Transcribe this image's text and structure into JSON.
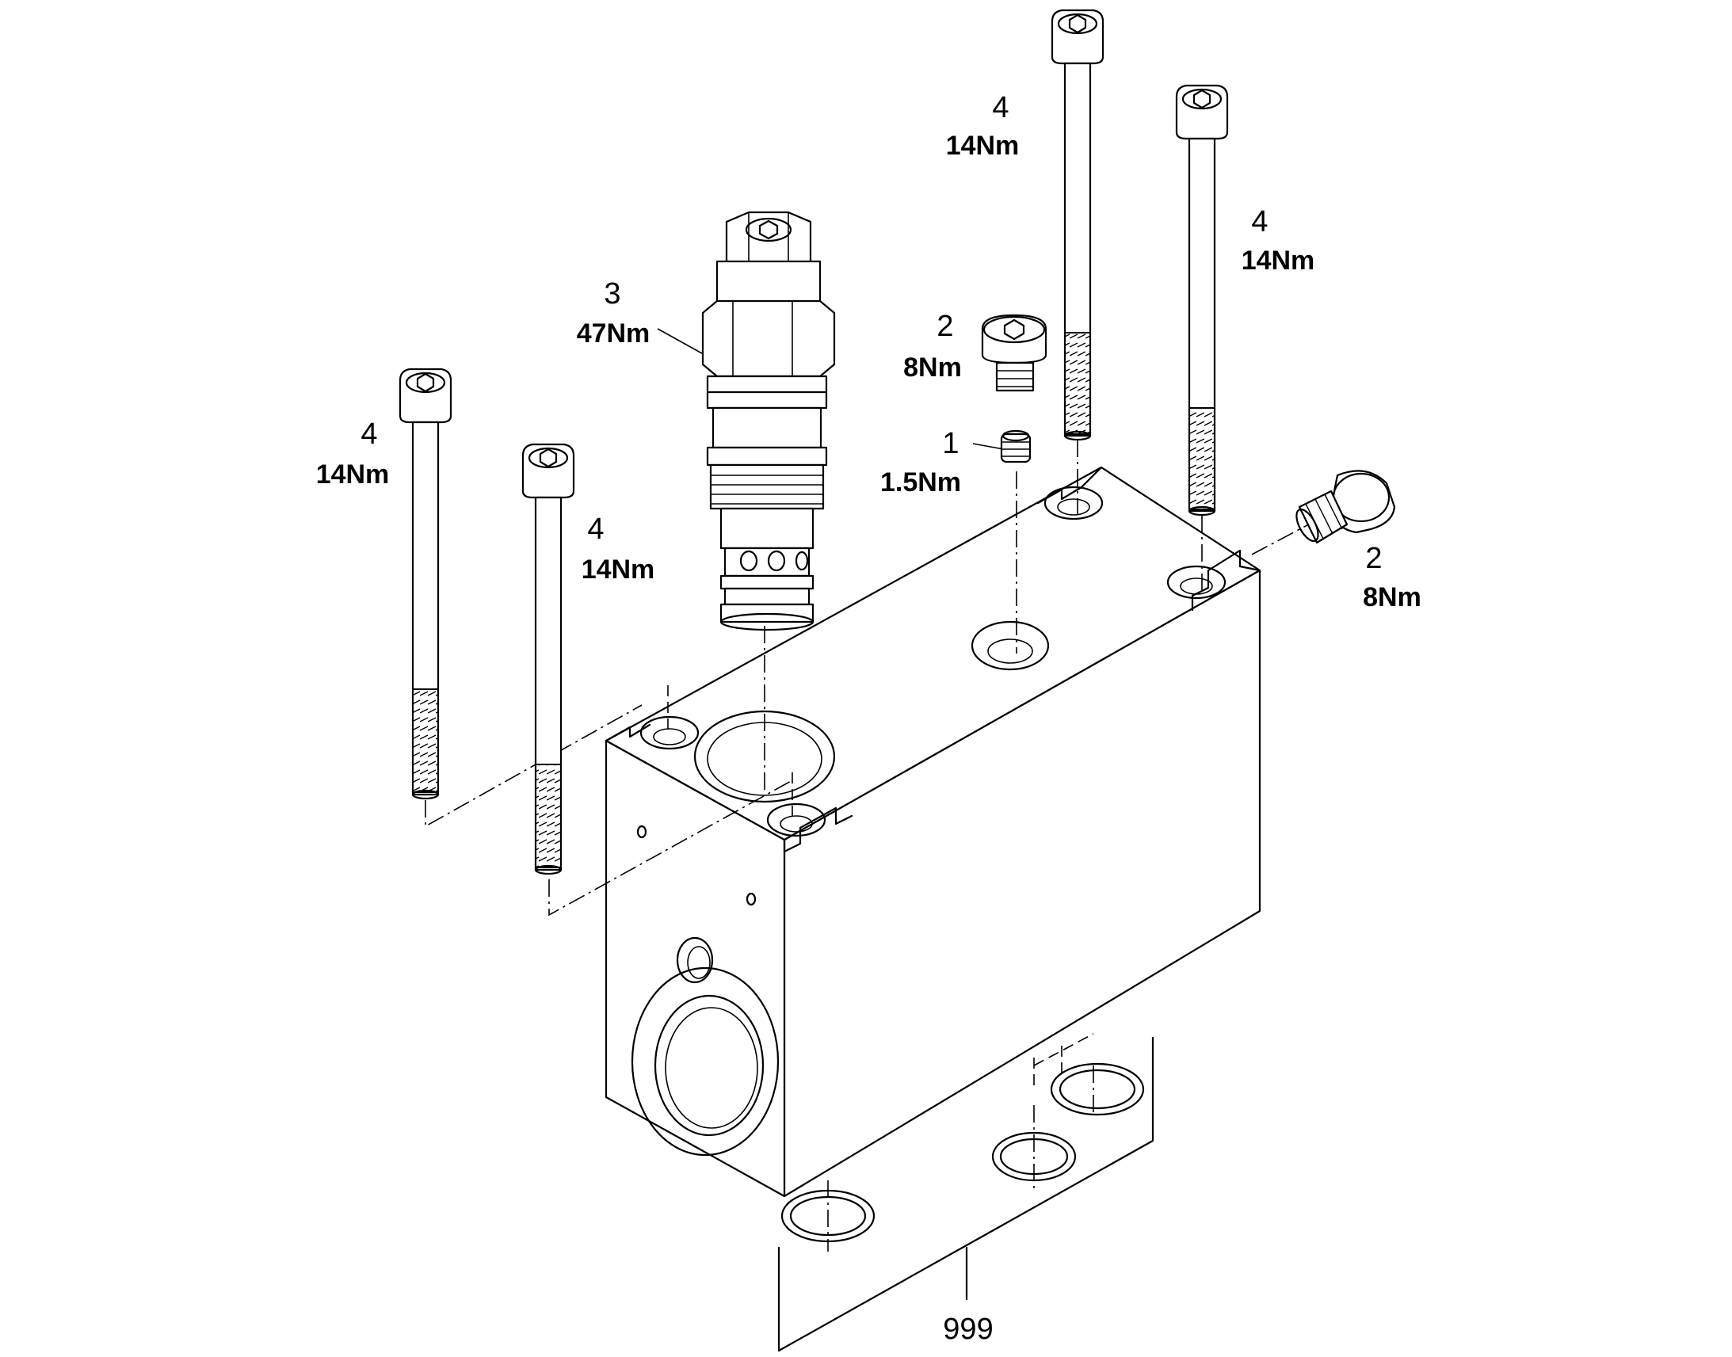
{
  "callouts": [
    {
      "id": "bolt-left-1",
      "item": "4",
      "torque": "14Nm"
    },
    {
      "id": "bolt-left-2",
      "item": "4",
      "torque": "14Nm"
    },
    {
      "id": "cartridge-valve",
      "item": "3",
      "torque": "47Nm"
    },
    {
      "id": "plug-top",
      "item": "2",
      "torque": "8Nm"
    },
    {
      "id": "set-screw",
      "item": "1",
      "torque": "1.5Nm"
    },
    {
      "id": "bolt-right-1",
      "item": "4",
      "torque": "14Nm"
    },
    {
      "id": "bolt-right-2",
      "item": "4",
      "torque": "14Nm"
    },
    {
      "id": "plug-side",
      "item": "2",
      "torque": "8Nm"
    }
  ],
  "seal_kit": {
    "item": "999"
  }
}
